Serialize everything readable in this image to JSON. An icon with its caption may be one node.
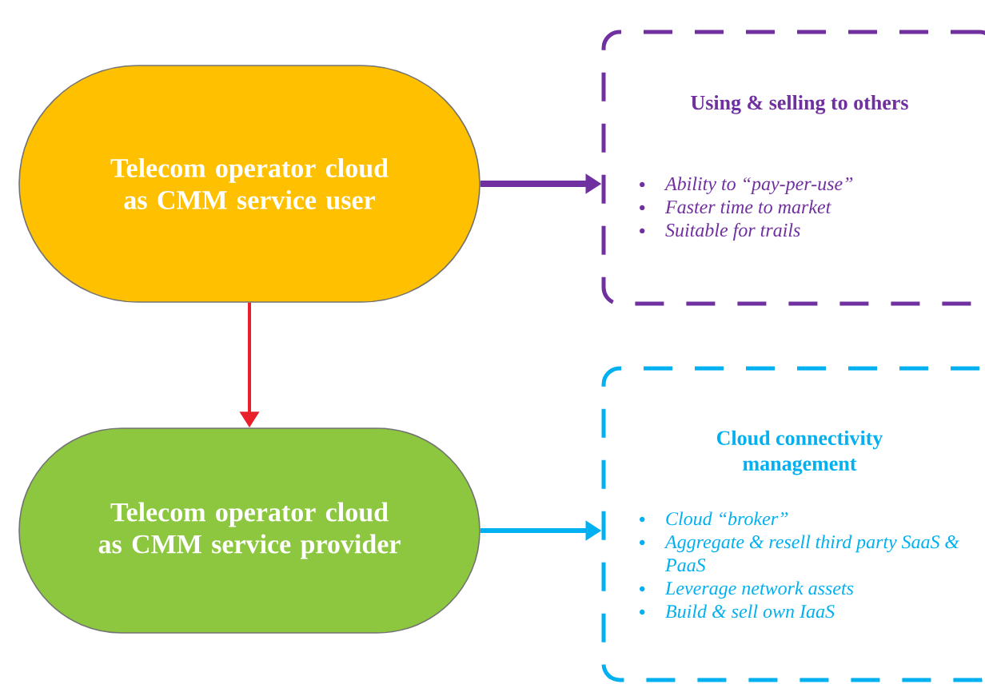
{
  "diagram": {
    "nodes": [
      {
        "text": [
          "Telecom operator cloud as CMM service user"
        ]
      },
      {
        "text": [
          "Telecom operator cloud as CMM service provider"
        ]
      },
      {
        "text": [
          "Using & selling to others",
          "Ability to “pay-per-use”",
          "Faster time to market",
          "Suitable for trails"
        ]
      },
      {
        "text": [
          "Cloud connectivity management",
          "Cloud “broker”",
          "Aggregate & resell third party SaaS & PaaS",
          "Leverage network assets",
          "Build & sell own IaaS"
        ]
      }
    ],
    "edges": [
      {
        "from": 0,
        "to": 1,
        "arrow": "to",
        "color": "#e8202a"
      },
      {
        "from": 0,
        "to": 2,
        "arrow": "to",
        "color": "#7030a0"
      },
      {
        "from": 1,
        "to": 3,
        "arrow": "to",
        "color": "#00b0f0"
      }
    ]
  }
}
